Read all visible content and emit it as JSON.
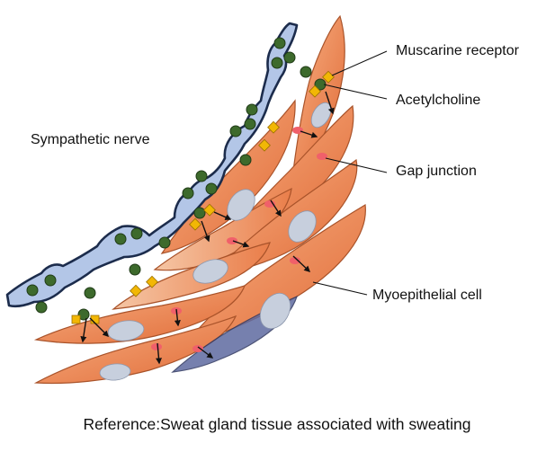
{
  "labels": {
    "sympathetic_nerve": "Sympathetic nerve",
    "muscarine_receptor": "Muscarine receptor",
    "acetylcholine": "Acetylcholine",
    "gap_junction": "Gap junction",
    "myoepithelial_cell": "Myoepithelial cell"
  },
  "caption": "Reference:Sweat gland tissue associated with sweating",
  "colors": {
    "nerve_fill": "#b3c6e7",
    "nerve_stroke": "#1c2c4c",
    "acetylcholine": "#3d6a2c",
    "receptor": "#f2b705",
    "cell_light": "#f6a36f",
    "cell_dark": "#e2733f",
    "cell_stroke": "#a9532a",
    "nucleus": "#c7cfdd",
    "gap_junction": "#f0606a"
  }
}
